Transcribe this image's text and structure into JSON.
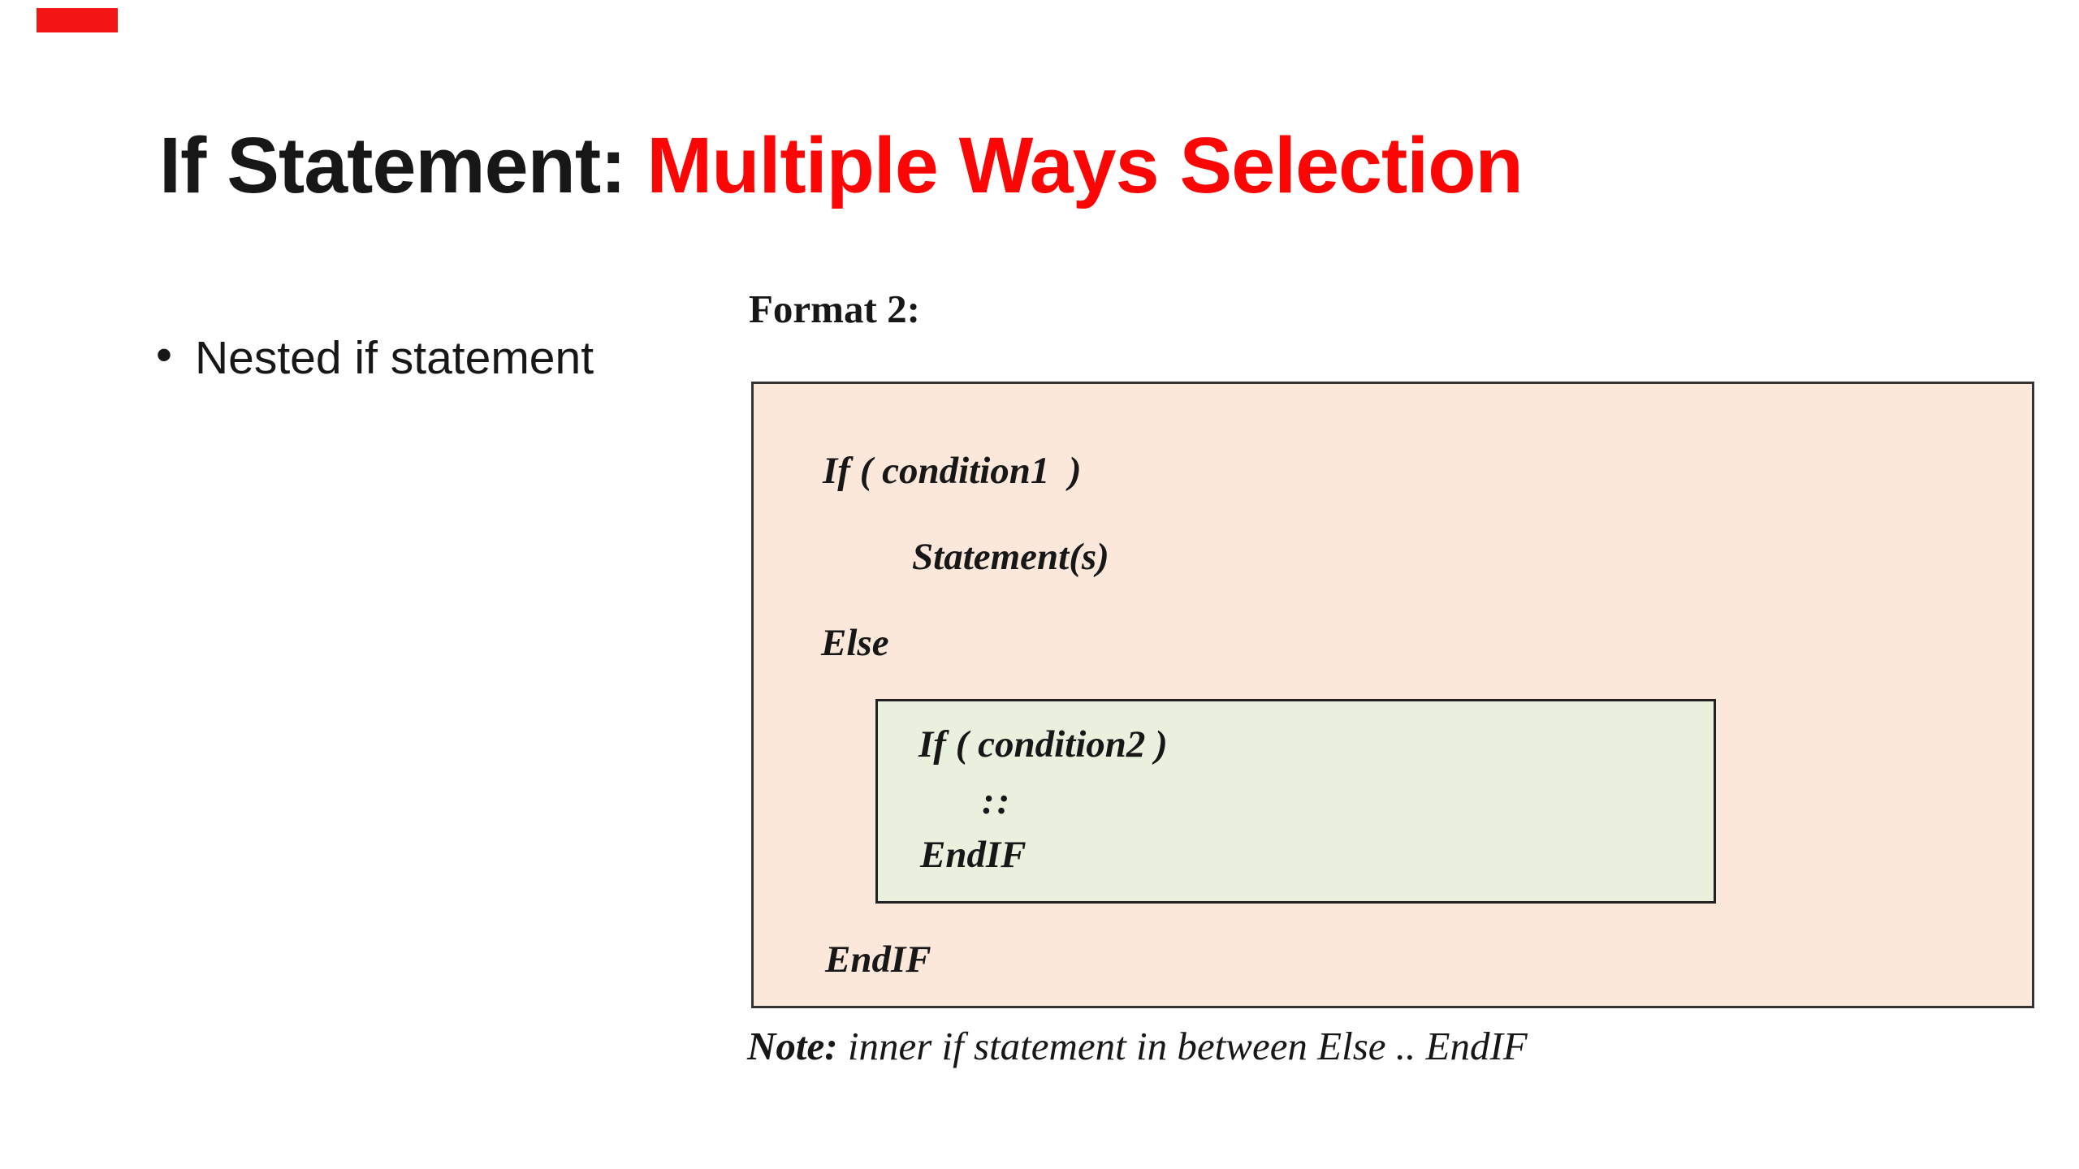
{
  "title": {
    "black": "If Statement: ",
    "red": "Multiple Ways Selection"
  },
  "bullet": {
    "glyph": "•",
    "text": "Nested if statement"
  },
  "format_label": "Format 2:",
  "outer_code": {
    "if_line": "If ( condition1  )",
    "statements_line": "Statement(s)",
    "else_line": "Else",
    "endif_line": "EndIF"
  },
  "inner_code": {
    "if_line": "If ( condition2 )",
    "body_line": "::",
    "endif_line": "EndIF"
  },
  "note": {
    "label": "Note:",
    "text": " inner if statement in between Else .. EndIF"
  },
  "colors": {
    "title_accent": "#fb0505",
    "recording_indicator": "#f31414",
    "outer_box_bg": "#fbe8da",
    "outer_box_border": "#333333",
    "inner_box_bg": "#e9f1de",
    "inner_box_border": "#222222",
    "text_dark": "#171717"
  }
}
